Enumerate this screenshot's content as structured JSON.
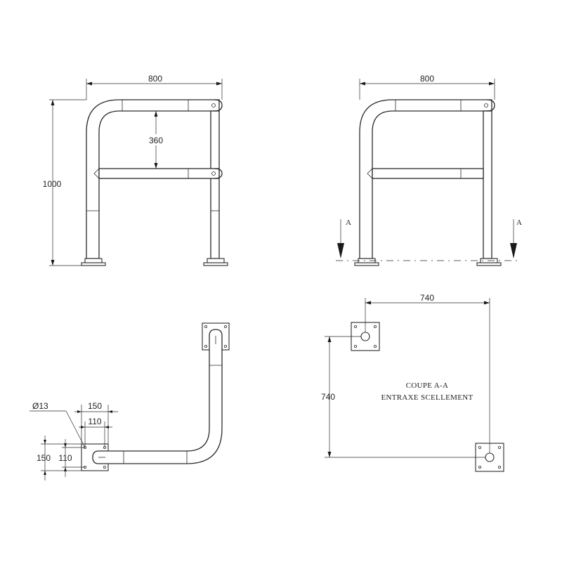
{
  "front_view": {
    "width_label": "800",
    "height_label": "1000",
    "gap_label": "360"
  },
  "side_view": {
    "width_label": "800",
    "section_left": "A",
    "section_right": "A"
  },
  "top_view": {
    "diameter_label": "Ø13",
    "plate_width_label": "150",
    "hole_spacing_x_label": "110",
    "plate_height_label": "150",
    "hole_spacing_y_label": "110"
  },
  "section_view": {
    "width_label": "740",
    "height_label": "740",
    "title_line1": "COUPE A-A",
    "title_line2": "ENTRAXE SCELLEMENT"
  }
}
